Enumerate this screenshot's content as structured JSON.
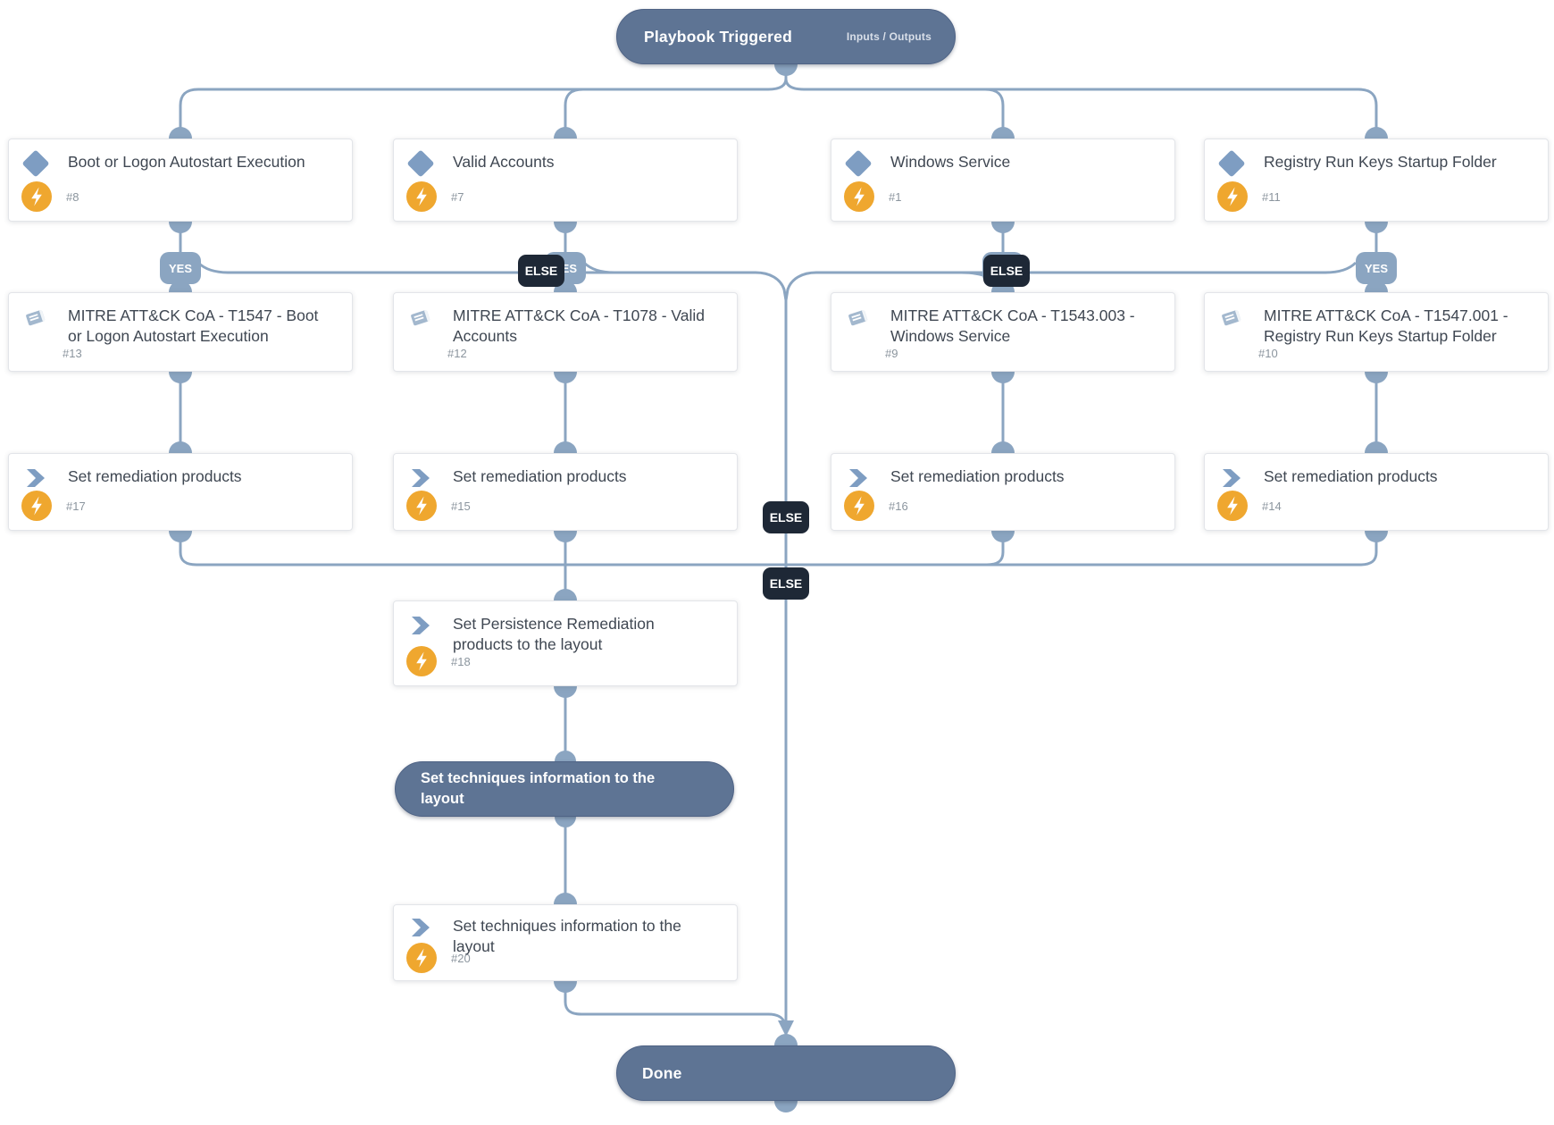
{
  "labels": {
    "yes": "YES",
    "else": "ELSE"
  },
  "start": {
    "title": "Playbook Triggered",
    "io_label": "Inputs / Outputs"
  },
  "end": {
    "title": "Done"
  },
  "conditions": [
    {
      "title": "Boot or Logon Autostart Execution",
      "number": "#8"
    },
    {
      "title": "Valid Accounts",
      "number": "#7"
    },
    {
      "title": "Windows Service",
      "number": "#1"
    },
    {
      "title": "Registry Run Keys Startup Folder",
      "number": "#11"
    }
  ],
  "playbooks": [
    {
      "title": "MITRE ATT&CK CoA - T1547 - Boot or Logon Autostart Execution",
      "number": "#13"
    },
    {
      "title": "MITRE ATT&CK CoA - T1078 - Valid Accounts",
      "number": "#12"
    },
    {
      "title": "MITRE ATT&CK CoA - T1543.003 - Windows Service",
      "number": "#9"
    },
    {
      "title": "MITRE ATT&CK CoA - T1547.001 - Registry Run Keys Startup Folder",
      "number": "#10"
    }
  ],
  "remediation_tasks": [
    {
      "title": "Set remediation products",
      "number": "#17"
    },
    {
      "title": "Set remediation products",
      "number": "#15"
    },
    {
      "title": "Set remediation products",
      "number": "#16"
    },
    {
      "title": "Set remediation products",
      "number": "#14"
    }
  ],
  "persistence_task": {
    "title": "Set Persistence Remediation products to the layout",
    "number": "#18"
  },
  "subplaybook": {
    "title": "Set techniques information to the layout"
  },
  "techniques_task": {
    "title": "Set techniques information to the layout",
    "number": "#20"
  },
  "colors": {
    "connector": "#8ba5c1",
    "pill_background": "#5e7494",
    "else_badge_background": "#1e2836",
    "yes_badge_background": "#8ba5c1",
    "task_icon_blue": "#7e9dc2",
    "book_icon_blue": "#a3b8ce",
    "bolt_orange": "#efa72f",
    "title_text": "#3f4752",
    "number_text": "#8b959e"
  }
}
